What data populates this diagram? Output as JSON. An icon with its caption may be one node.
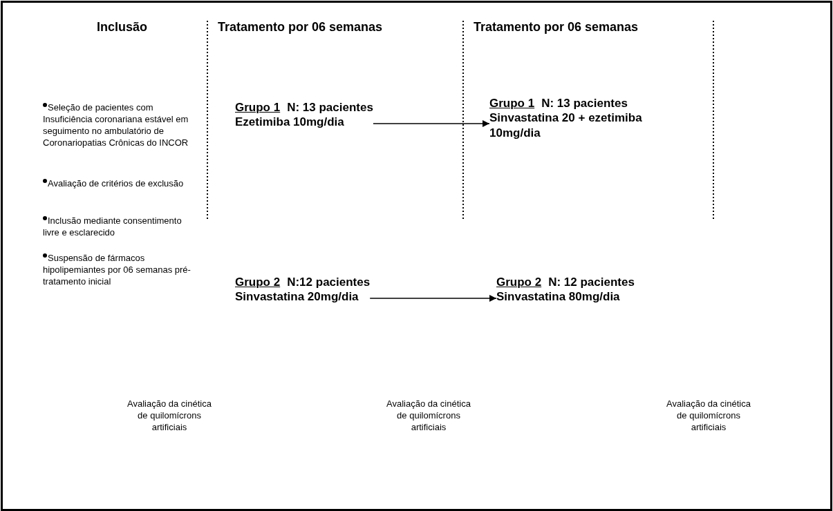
{
  "diagram": {
    "nodes": [
      {
        "text": [
          "Grupo 1",
          "N: 13 pacientes",
          "Ezetimiba 10mg/dia"
        ]
      },
      {
        "text": [
          "Grupo 1",
          "N: 13 pacientes",
          "Sinvastatina 20 + ezetimiba 10mg/dia"
        ]
      },
      {
        "text": [
          "Grupo 2",
          "N:12 pacientes",
          "Sinvastatina 20mg/dia"
        ]
      },
      {
        "text": [
          "Grupo 2",
          "N: 12 pacientes",
          "Sinvastatina 80mg/dia"
        ]
      }
    ],
    "edges": [
      {
        "from": 0,
        "to": 1,
        "arrow": "to"
      },
      {
        "from": 2,
        "to": 3,
        "arrow": "to"
      }
    ],
    "labels": [
      "Inclusão",
      "Tratamento por 06 semanas",
      "Tratamento por 06 semanas",
      "Seleção de pacientes com Insuficiência coronariana estável em seguimento no ambulatório de Coronariopatias Crônicas do INCOR",
      "Avaliação de critérios de exclusão",
      "Inclusão mediante consentimento livre e esclarecido",
      "Suspensão de fármacos hipolipemiantes por 06 semanas pré-tratamento inicial",
      "Avaliação da cinética de quilomícrons artificiais",
      "Avaliação da cinética de quilomícrons artificiais",
      "Avaliação da cinética de quilomícrons artificiais"
    ]
  }
}
